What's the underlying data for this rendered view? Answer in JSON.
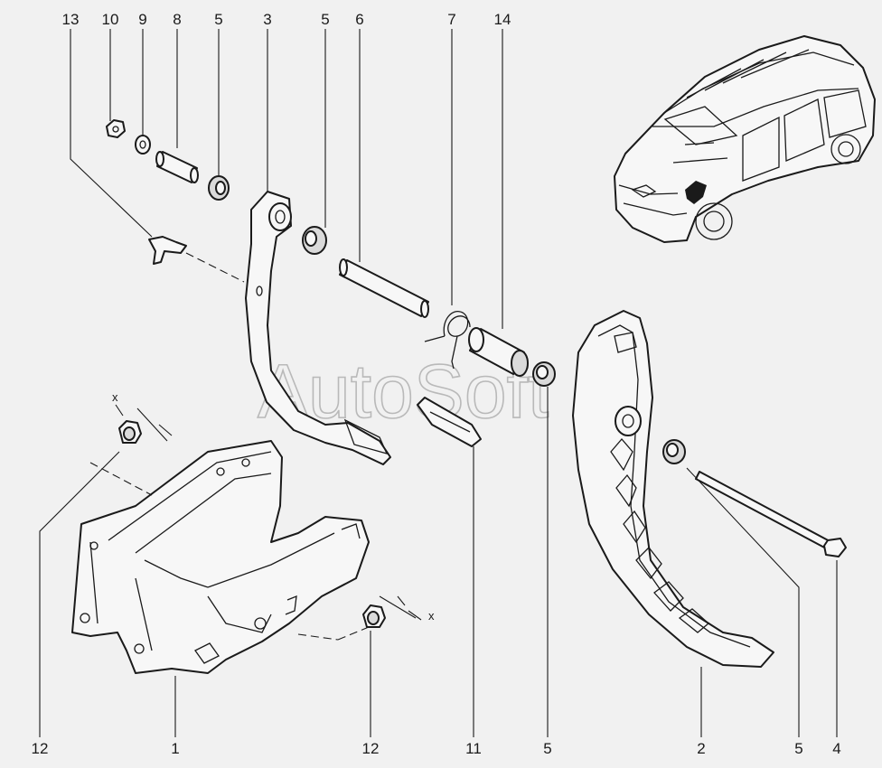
{
  "watermark": "AutoSoft",
  "callouts_top": [
    {
      "id": "c13",
      "label": "13"
    },
    {
      "id": "c10",
      "label": "10"
    },
    {
      "id": "c9",
      "label": "9"
    },
    {
      "id": "c8",
      "label": "8"
    },
    {
      "id": "c5a",
      "label": "5"
    },
    {
      "id": "c3",
      "label": "3"
    },
    {
      "id": "c5b",
      "label": "5"
    },
    {
      "id": "c6",
      "label": "6"
    },
    {
      "id": "c7",
      "label": "7"
    },
    {
      "id": "c14",
      "label": "14"
    }
  ],
  "callouts_bottom": [
    {
      "id": "c12a",
      "label": "12"
    },
    {
      "id": "c1",
      "label": "1"
    },
    {
      "id": "c12b",
      "label": "12"
    },
    {
      "id": "c11",
      "label": "11"
    },
    {
      "id": "c5c",
      "label": "5"
    },
    {
      "id": "c2",
      "label": "2"
    },
    {
      "id": "c5d",
      "label": "5"
    },
    {
      "id": "c4",
      "label": "4"
    }
  ],
  "axis_marks": [
    {
      "id": "x-left",
      "label": "x"
    },
    {
      "id": "x-right",
      "label": "x"
    }
  ],
  "colors": {
    "background": "#f1f1f1",
    "line": "#1a1a1a",
    "watermark": "#b9b9b9"
  }
}
